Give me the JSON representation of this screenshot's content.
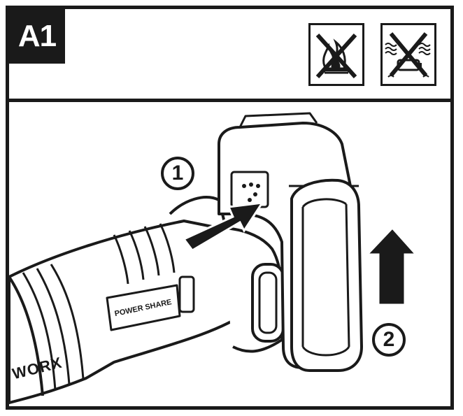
{
  "figure": {
    "tag": "A1",
    "warning_icons": [
      {
        "name": "no-fire-icon"
      },
      {
        "name": "no-water-icon"
      }
    ],
    "steps": {
      "one": "1",
      "two": "2"
    },
    "tool_brand": "WORX",
    "tool_label": "POWER SHARE"
  }
}
